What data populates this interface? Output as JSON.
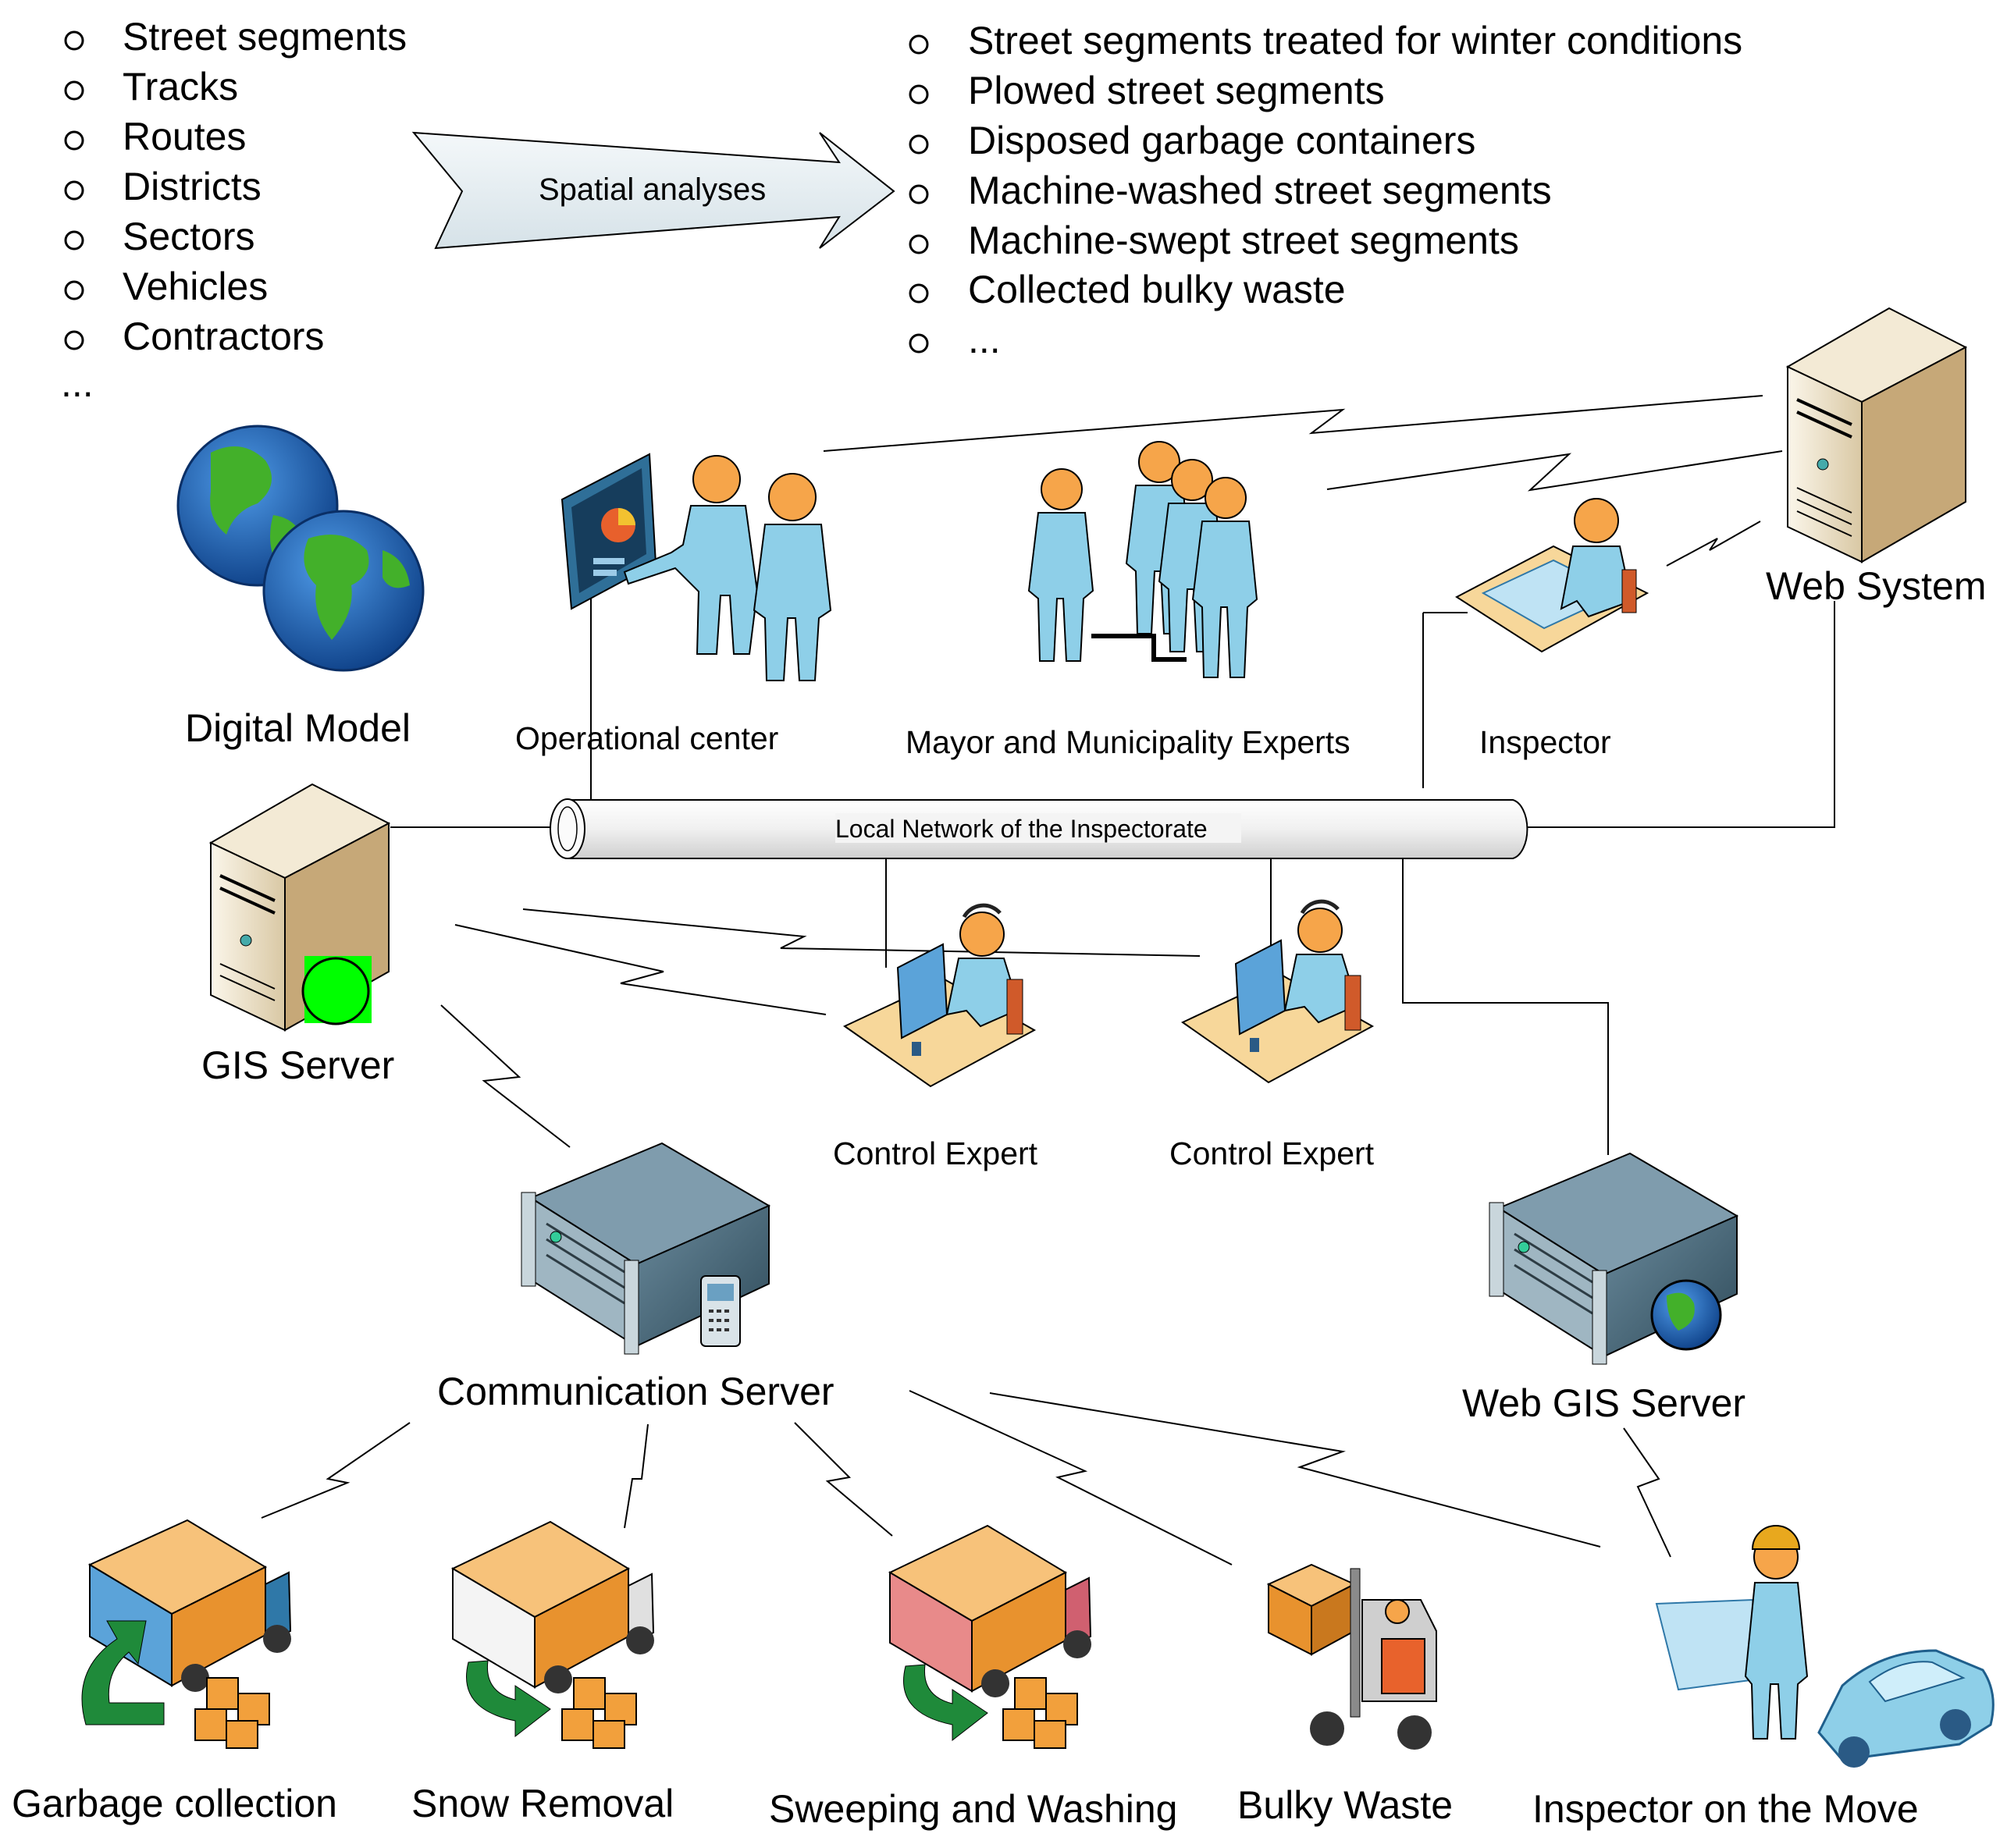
{
  "inputs": {
    "items": [
      "Street segments",
      "Tracks",
      "Routes",
      "Districts",
      "Sectors",
      "Vehicles",
      "Contractors",
      "..."
    ]
  },
  "arrow": {
    "label": "Spatial analyses"
  },
  "outputs": {
    "items": [
      "Street segments treated for winter conditions",
      "Plowed street segments",
      "Disposed garbage containers",
      "Machine-washed street segments",
      "Machine-swept street segments",
      "Collected bulky waste",
      "..."
    ]
  },
  "nodes": {
    "digital_model": "Digital Model",
    "operational_center": "Operational center",
    "mayor_experts": "Mayor and Municipality Experts",
    "inspector": "Inspector",
    "web_system": "Web System",
    "gis_server": "GIS Server",
    "local_network": "Local Network of the Inspectorate",
    "control_expert_1": "Control Expert",
    "control_expert_2": "Control Expert",
    "communication_server": "Communication Server",
    "web_gis_server": "Web GIS Server",
    "garbage_collection": "Garbage collection",
    "snow_removal": "Snow Removal",
    "sweeping_washing": "Sweeping and Washing",
    "bulky_waste": "Bulky Waste",
    "inspector_move": "Inspector on the Move"
  },
  "colors": {
    "person": "#8ecfe8",
    "head": "#f6a54a",
    "globe_ocean": "#1f5fb4",
    "globe_land": "#43b02a",
    "server_beige": "#e9dcc2",
    "rack": "#3f5f70",
    "box": "#f2a03c",
    "status_green": "#00ff00",
    "arrow_fill": "#e8f0f4"
  }
}
